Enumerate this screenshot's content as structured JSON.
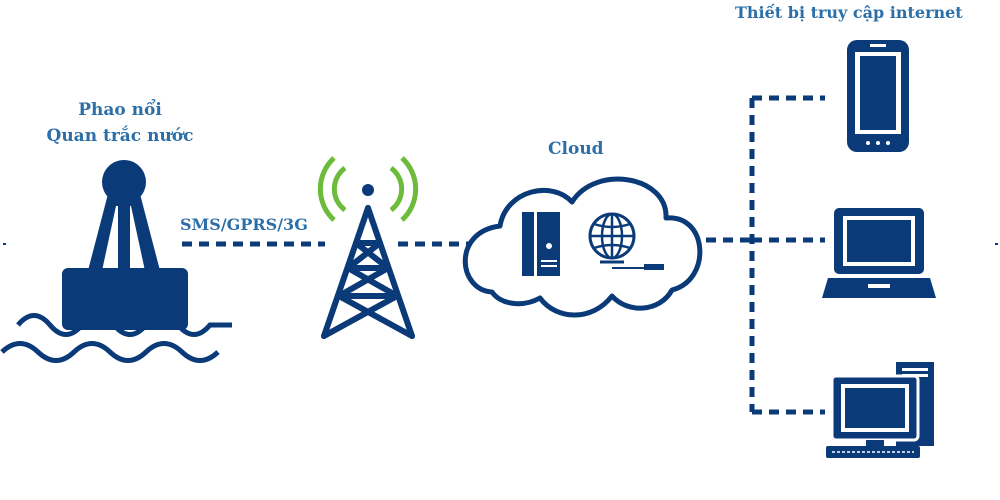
{
  "buoy": {
    "line1": "Phao nổi",
    "line2": "Quan trắc nước"
  },
  "link": {
    "label": "SMS/GPRS/3G"
  },
  "cloud": {
    "label": "Cloud"
  },
  "devices": {
    "label": "Thiết bị truy cập internet"
  },
  "colors": {
    "primary": "#0b3a78",
    "text": "#2c6fa8",
    "signal": "#6dbb3a"
  },
  "icons": [
    "buoy-icon",
    "tower-icon",
    "cloud-icon",
    "server-icon",
    "globe-icon",
    "smartphone-icon",
    "laptop-icon",
    "desktop-computer-icon"
  ]
}
